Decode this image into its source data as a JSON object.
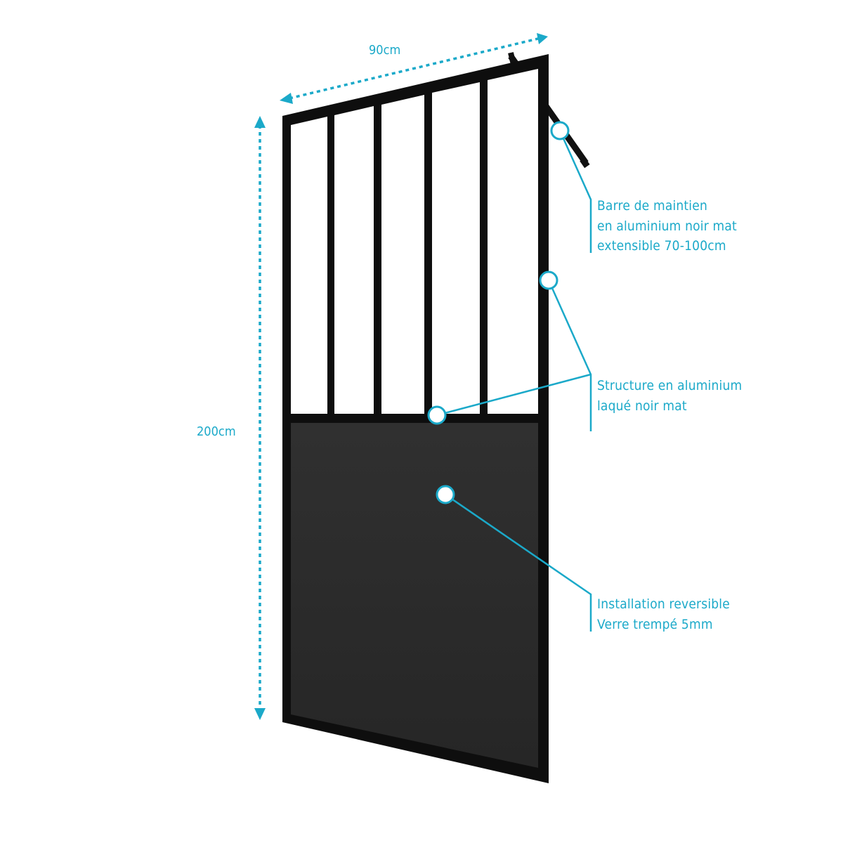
{
  "dimensions": {
    "width_label": "90cm",
    "height_label": "200cm"
  },
  "callouts": {
    "support_bar": {
      "lines": [
        "Barre de maintien",
        "en aluminium noir mat",
        "extensible 70-100cm"
      ]
    },
    "structure": {
      "lines": [
        "Structure en aluminium",
        "laqué noir mat"
      ]
    },
    "glass": {
      "lines": [
        "Installation reversible",
        "Verre trempé 5mm"
      ]
    }
  },
  "colors": {
    "accent": "#1ba9c9",
    "frame": "#111111",
    "glass_tint": "#2b2b2b",
    "clear_glass": "#ffffff"
  }
}
